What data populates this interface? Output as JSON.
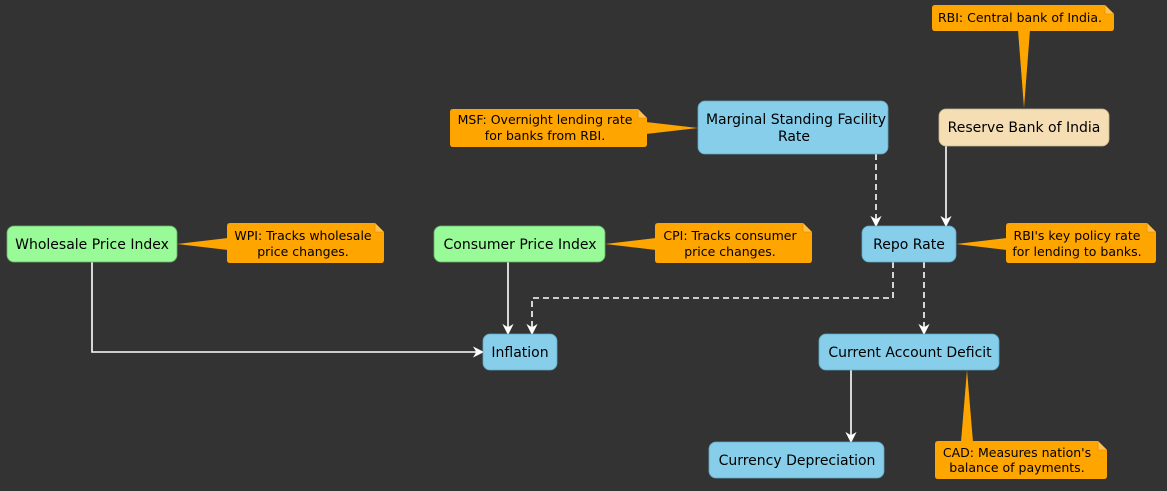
{
  "colors": {
    "background": "#333333",
    "blue_node": "#87CEEB",
    "green_node": "#98FB98",
    "wheat_node": "#F5DEB3",
    "note": "#FFA500",
    "edge": "#FFFFFF"
  },
  "nodes": {
    "wpi": {
      "label": "Wholesale Price Index"
    },
    "cpi": {
      "label": "Consumer Price Index"
    },
    "inflation": {
      "label": "Inflation"
    },
    "msf": {
      "line1": "Marginal Standing Facility",
      "line2": "Rate"
    },
    "rbi": {
      "label": "Reserve Bank of India"
    },
    "repo": {
      "label": "Repo  Rate"
    },
    "cad": {
      "label": "Current Account Deficit"
    },
    "currency": {
      "label": "Currency Depreciation"
    }
  },
  "notes": {
    "rbi": {
      "line1": "RBI: Central bank of India."
    },
    "msf": {
      "line1": "MSF:  Overnight lending rate",
      "line2": "for banks from RBI."
    },
    "wpi": {
      "line1": "WPI: Tracks wholesale",
      "line2": "price changes."
    },
    "cpi": {
      "line1": "CPI: Tracks consumer",
      "line2": "price changes."
    },
    "repo": {
      "line1": "RBI's key policy rate",
      "line2": "for lending to banks."
    },
    "cad": {
      "line1": "CAD: Measures nation's",
      "line2": "balance of payments."
    }
  }
}
